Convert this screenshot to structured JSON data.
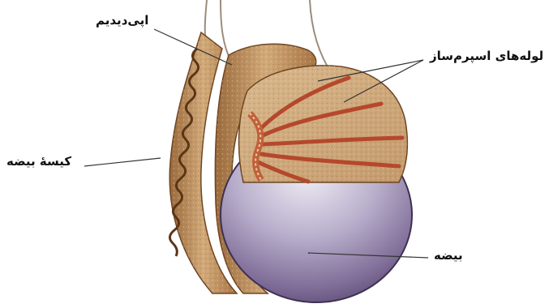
{
  "labels": {
    "epididymis": "اپی‌دیدیم",
    "seminiferous_tubules": "لوله‌های اسپرم‌ساز",
    "scrotum": "کیسهٔ بیضه",
    "testis": "بیضه"
  },
  "colors": {
    "background": "#ffffff",
    "label_text": "#111111",
    "leader_line": "#333333",
    "tissue_tan": "#c49a6c",
    "tissue_dark": "#8a5a30",
    "tubule_red": "#b5482c",
    "testis_purple": "#7d6b96",
    "testis_highlight": "#e8e4f0"
  }
}
